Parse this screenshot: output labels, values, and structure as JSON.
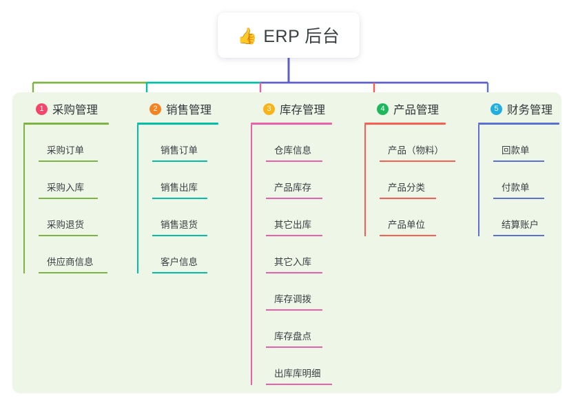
{
  "root": {
    "icon": "thumbs-up-icon",
    "icon_glyph": "👍",
    "label": "ERP 后台"
  },
  "panel": {
    "background": "#eef6e8"
  },
  "colors": {
    "branch_1_line": "#7cb342",
    "branch_2_line": "#00bfa5",
    "branch_3_line": "#ec5fa8",
    "branch_4_line": "#fa5c52",
    "branch_5_line": "#5b6fd6",
    "badge_1": "#f4456a",
    "badge_2": "#f58220",
    "badge_3": "#f9b218",
    "badge_4": "#1cb85c",
    "badge_5": "#22aee0",
    "root_trunk": "#5b5fc7",
    "text": "#3b4043"
  },
  "columns": [
    {
      "number": "1",
      "title": "采购管理",
      "line_color": "#7cb342",
      "badge_color": "#f4456a",
      "head_rule_width": 124,
      "children": [
        {
          "label": "采购订单",
          "rule_width": 86
        },
        {
          "label": "采购入库",
          "rule_width": 86
        },
        {
          "label": "采购退货",
          "rule_width": 86
        },
        {
          "label": "供应商信息",
          "rule_width": 100
        }
      ]
    },
    {
      "number": "2",
      "title": "销售管理",
      "line_color": "#00bfa5",
      "badge_color": "#f58220",
      "head_rule_width": 118,
      "children": [
        {
          "label": "销售订单",
          "rule_width": 80
        },
        {
          "label": "销售出库",
          "rule_width": 80
        },
        {
          "label": "销售退货",
          "rule_width": 80
        },
        {
          "label": "客户信息",
          "rule_width": 80
        }
      ]
    },
    {
      "number": "3",
      "title": "库存管理",
      "line_color": "#ec5fa8",
      "badge_color": "#f9b218",
      "head_rule_width": 118,
      "children": [
        {
          "label": "仓库信息",
          "rule_width": 82
        },
        {
          "label": "产品库存",
          "rule_width": 82
        },
        {
          "label": "其它出库",
          "rule_width": 82
        },
        {
          "label": "其它入库",
          "rule_width": 82
        },
        {
          "label": "库存调拨",
          "rule_width": 82
        },
        {
          "label": "库存盘点",
          "rule_width": 82
        },
        {
          "label": "出库库明细",
          "rule_width": 96
        }
      ]
    },
    {
      "number": "4",
      "title": "产品管理",
      "line_color": "#fa5c52",
      "badge_color": "#1cb85c",
      "head_rule_width": 118,
      "children": [
        {
          "label": "产品（物料）",
          "rule_width": 110
        },
        {
          "label": "产品分类",
          "rule_width": 82
        },
        {
          "label": "产品单位",
          "rule_width": 82
        }
      ]
    },
    {
      "number": "5",
      "title": "财务管理",
      "line_color": "#5b6fd6",
      "badge_color": "#22aee0",
      "head_rule_width": 118,
      "children": [
        {
          "label": "回款单",
          "rule_width": 74
        },
        {
          "label": "付款单",
          "rule_width": 74
        },
        {
          "label": "结算账户",
          "rule_width": 74
        }
      ]
    }
  ]
}
